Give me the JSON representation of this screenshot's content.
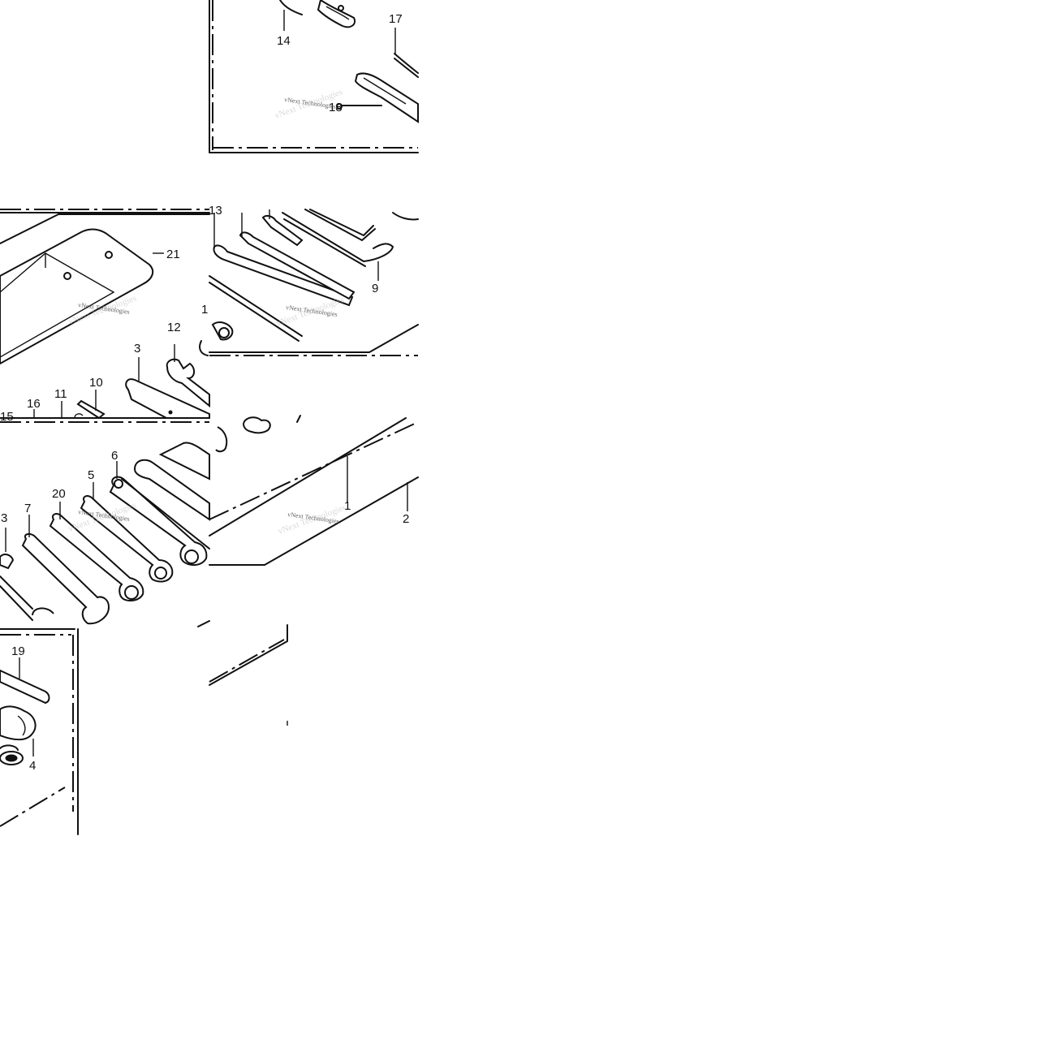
{
  "callouts": {
    "c14": "14",
    "c17": "17",
    "c18": "18",
    "c21": "21",
    "c13a": "13",
    "c9": "9",
    "c1top": "1",
    "c12": "12",
    "c3a": "3",
    "c10": "10",
    "c11": "11",
    "c16": "16",
    "c15": "15",
    "c6": "6",
    "c5": "5",
    "c20": "20",
    "c7": "7",
    "c3b": "3",
    "c1": "1",
    "c2": "2",
    "c19": "19",
    "c4": "4"
  },
  "watermark": {
    "text": "vNext Technologies"
  }
}
